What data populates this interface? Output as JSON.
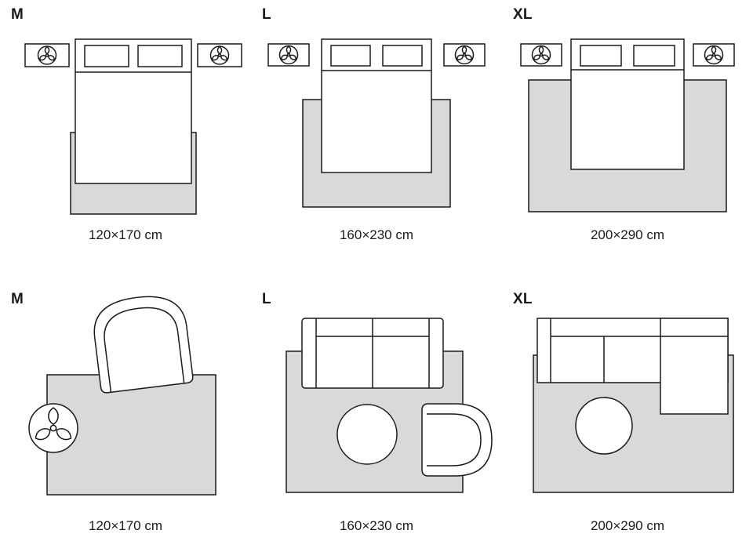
{
  "colors": {
    "background": "#ffffff",
    "rug": "#d9d9d9",
    "outline": "#1a1a1a"
  },
  "sections": {
    "bedroom": {
      "panels": [
        {
          "label": "M",
          "size": "120×170 cm"
        },
        {
          "label": "L",
          "size": "160×230 cm"
        },
        {
          "label": "XL",
          "size": "200×290 cm"
        }
      ]
    },
    "living_room": {
      "panels": [
        {
          "label": "M",
          "size": "120×170 cm"
        },
        {
          "label": "L",
          "size": "160×230 cm"
        },
        {
          "label": "XL",
          "size": "200×290 cm"
        }
      ]
    }
  }
}
